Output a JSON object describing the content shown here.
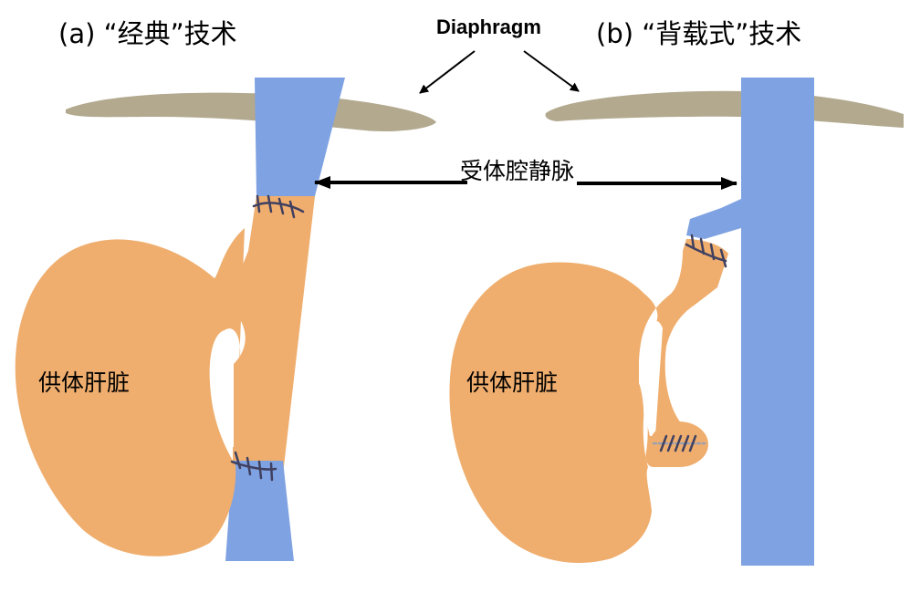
{
  "figure": {
    "panel_a": {
      "title": "(a) “经典”技术",
      "liver_label": "供体肝脏"
    },
    "panel_b": {
      "title": "(b) “背载式”技术",
      "liver_label": "供体肝脏"
    },
    "diaphragm_label": "Diaphragm",
    "ivc_label": "受体腔静脉"
  },
  "colors": {
    "liver": "#EFAE6E",
    "vessel": "#7FA2E2",
    "diaphragm": "#B2A98F",
    "suture": "#404060",
    "arrow": "#000000"
  }
}
